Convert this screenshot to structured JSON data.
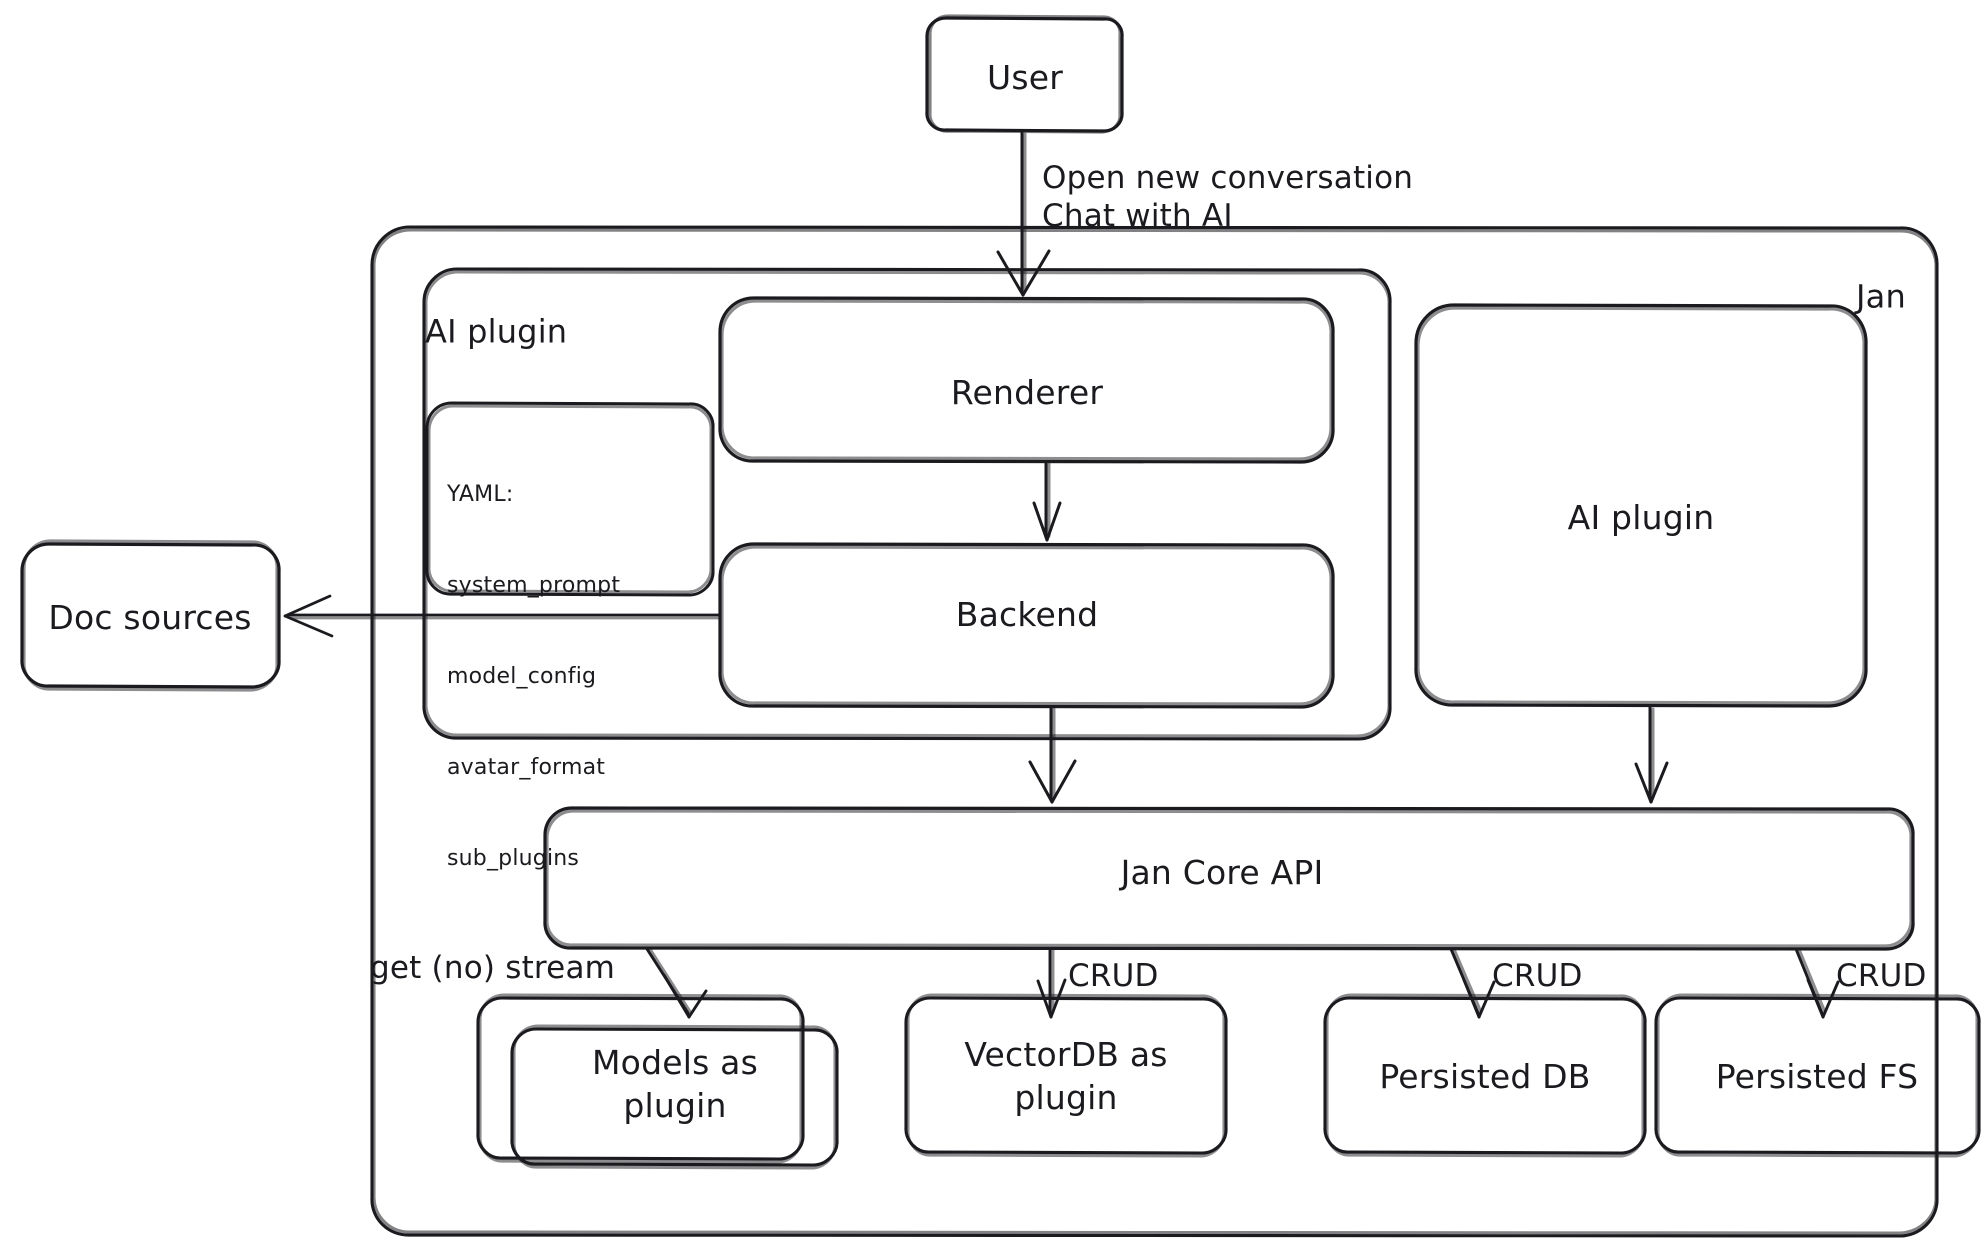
{
  "diagram": {
    "title": "Jan architecture diagram",
    "style": "hand-drawn",
    "stroke_color": "#1b1b1f",
    "background_color": "#ffffff"
  },
  "containers": {
    "jan": {
      "label": "Jan"
    },
    "ai_plugin_group": {
      "label": "AI plugin"
    }
  },
  "nodes": {
    "user": {
      "label": "User"
    },
    "renderer": {
      "label": "Renderer"
    },
    "backend": {
      "label": "Backend"
    },
    "ai_plugin": {
      "label": "AI plugin"
    },
    "doc_sources": {
      "label": "Doc sources"
    },
    "jan_core_api": {
      "label": "Jan Core API"
    },
    "models_as_plugin": {
      "label": "Models as\nplugin"
    },
    "vectordb_as_plugin": {
      "label": "VectorDB as\nplugin"
    },
    "persisted_db": {
      "label": "Persisted DB"
    },
    "persisted_fs": {
      "label": "Persisted FS"
    }
  },
  "yaml_box": {
    "heading": "YAML:",
    "items": [
      "system_prompt",
      "model_config",
      "avatar_format",
      "sub_plugins"
    ]
  },
  "edge_labels": {
    "user_to_renderer": "Open new conversation\nChat with AI",
    "core_to_models": "get (no) stream",
    "core_to_vectordb": "CRUD",
    "core_to_persisted_db": "CRUD",
    "core_to_persisted_fs": "CRUD"
  }
}
